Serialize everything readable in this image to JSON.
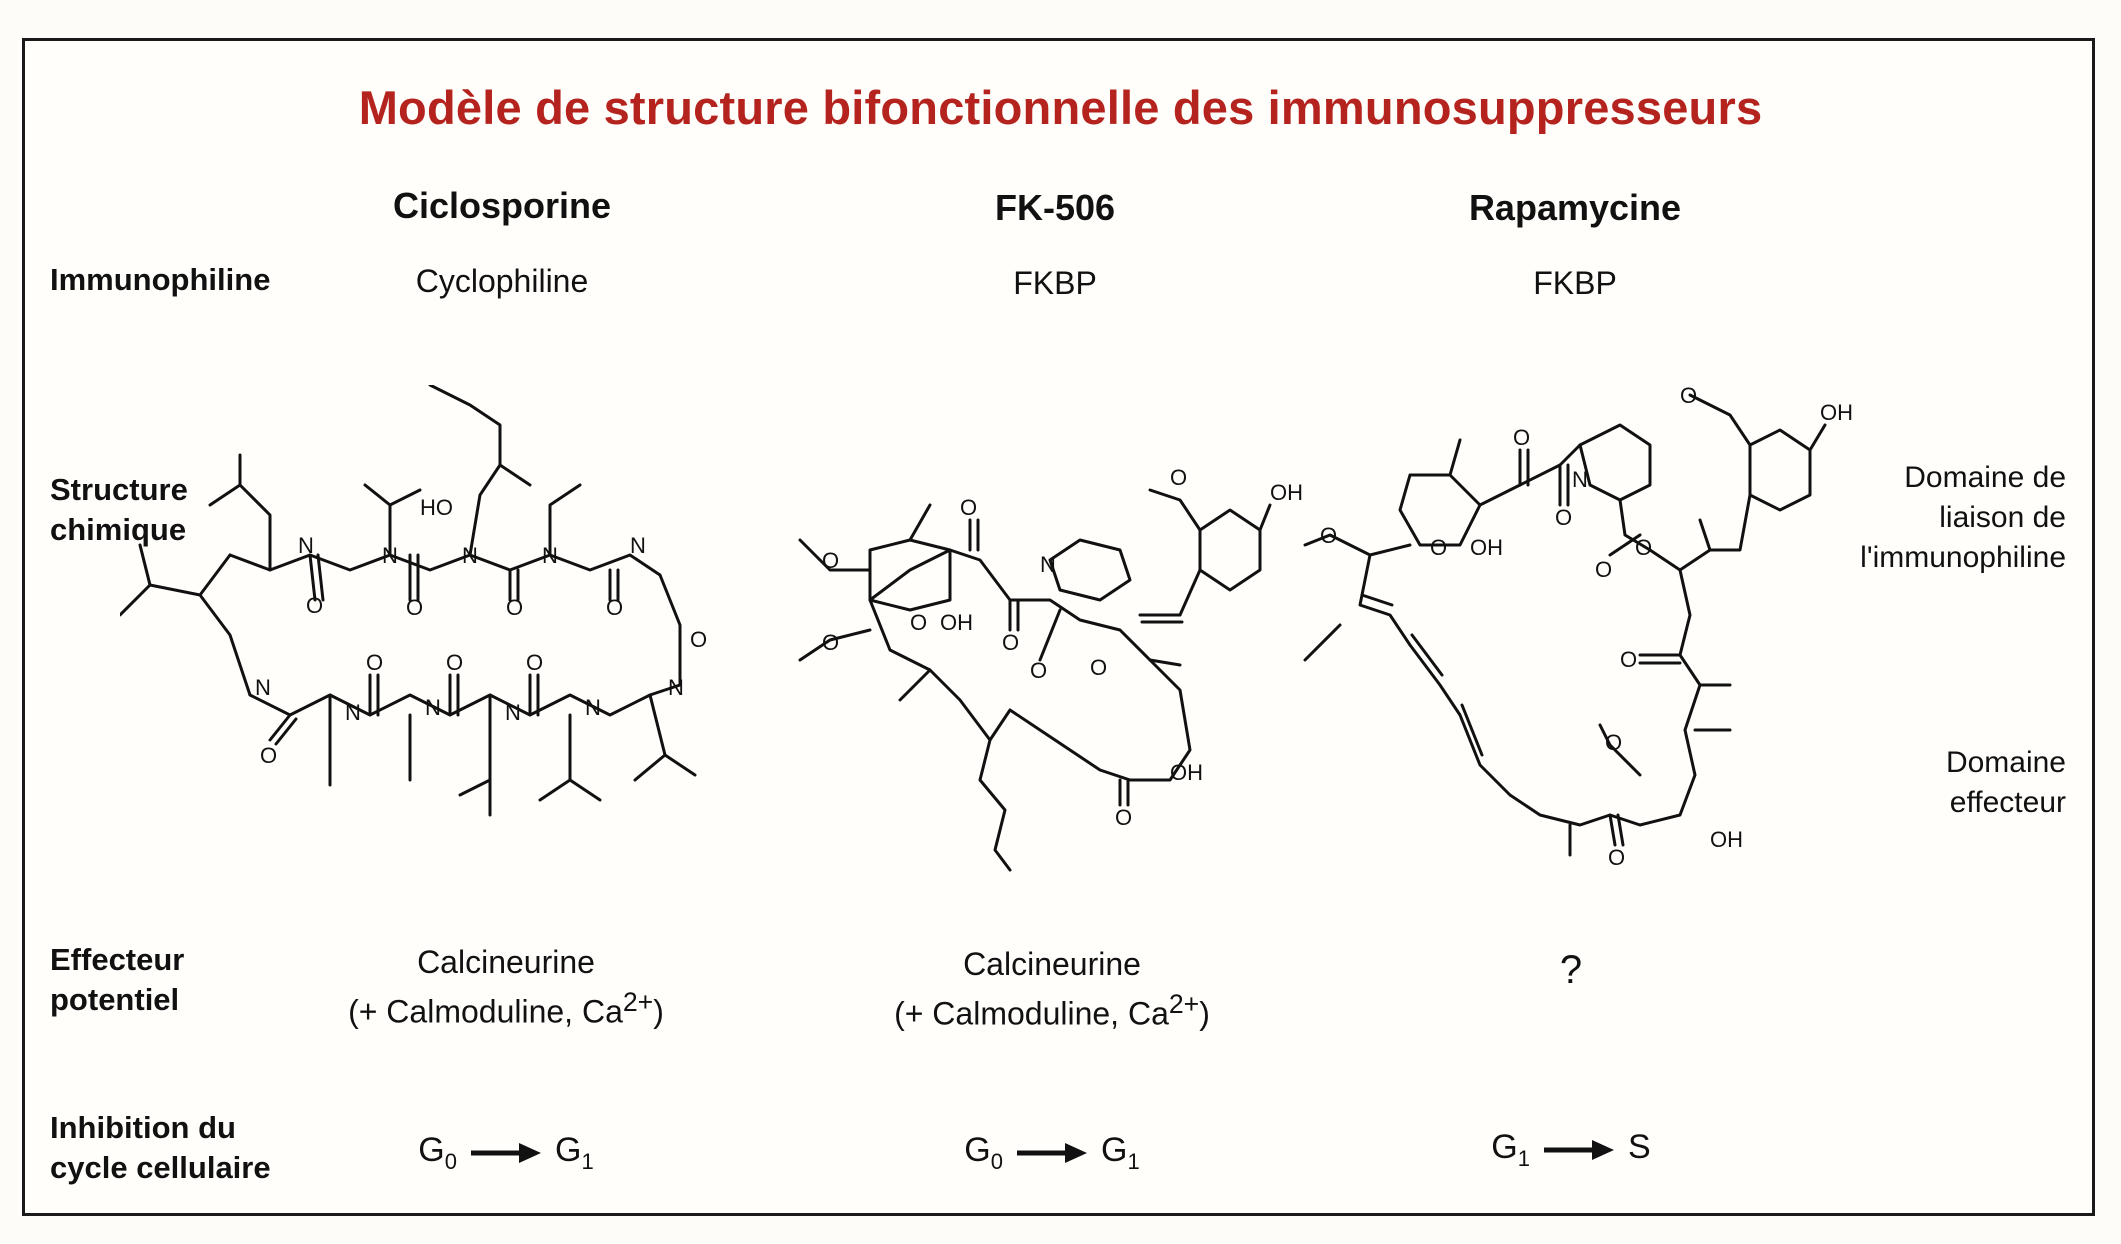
{
  "title": "Modèle de structure bifonctionnelle des immunosuppresseurs",
  "columns": [
    {
      "name": "Ciclosporine",
      "immunophiline": "Cyclophiline",
      "effecteur_line1": "Calcineurine",
      "effecteur_line2": "(+ Calmoduline, Ca",
      "effecteur_sup": "2+",
      "effecteur_end": ")",
      "cycle_from": "G",
      "cycle_from_sub": "0",
      "cycle_to": "G",
      "cycle_to_sub": "1"
    },
    {
      "name": "FK-506",
      "immunophiline": "FKBP",
      "effecteur_line1": "Calcineurine",
      "effecteur_line2": "(+ Calmoduline, Ca",
      "effecteur_sup": "2+",
      "effecteur_end": ")",
      "cycle_from": "G",
      "cycle_from_sub": "0",
      "cycle_to": "G",
      "cycle_to_sub": "1"
    },
    {
      "name": "Rapamycine",
      "immunophiline": "FKBP",
      "effecteur_line1": "?",
      "cycle_from": "G",
      "cycle_from_sub": "1",
      "cycle_to": "S",
      "cycle_to_sub": ""
    }
  ],
  "row_labels": {
    "immunophiline": "Immunophiline",
    "structure_1": "Structure",
    "structure_2": "chimique",
    "effecteur_1": "Effecteur",
    "effecteur_2": "potentiel",
    "inhibition_1": "Inhibition du",
    "inhibition_2": "cycle cellulaire"
  },
  "side_labels": {
    "binding_1": "Domaine de",
    "binding_2": "liaison de",
    "binding_3": "l'immunophiline",
    "effector_1": "Domaine",
    "effector_2": "effecteur"
  },
  "atoms": {
    "o": "O",
    "oh": "OH",
    "n": "N",
    "h": "H",
    "ho": "HO"
  },
  "colors": {
    "title": "#b5231e",
    "border": "#1a1a1a",
    "ink": "#111111"
  }
}
